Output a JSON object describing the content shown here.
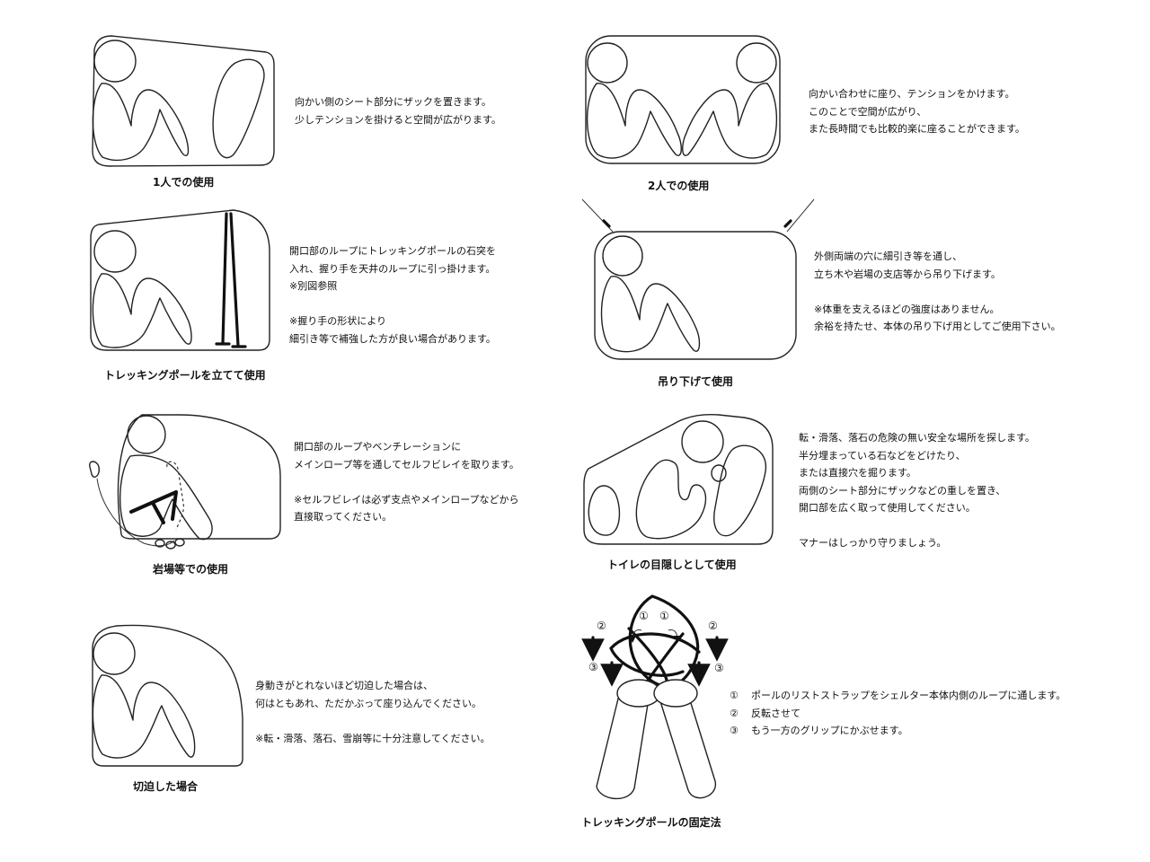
{
  "panels": {
    "solo": {
      "caption": "1人での使用",
      "lines": [
        "向かい側のシート部分にザックを置きます。",
        "少しテンションを掛けると空間が広がります。"
      ]
    },
    "pair": {
      "caption": "2人での使用",
      "lines": [
        "向かい合わせに座り、テンションをかけます。",
        "このことで空間が広がり、",
        "また長時間でも比較的楽に座ることができます。"
      ]
    },
    "pole": {
      "caption": "トレッキングポールを立てて使用",
      "lines": [
        "開口部のループにトレッキングポールの石突を",
        "入れ、握り手を天井のループに引っ掛けます。",
        "※別図参照",
        "",
        " ※握り手の形状により",
        "細引き等で補強した方が良い場合があります。"
      ]
    },
    "hang": {
      "caption": "吊り下げて使用",
      "lines": [
        "外側両端の穴に細引き等を通し、",
        "立ち木や岩場の支店等から吊り下げます。",
        "",
        " ※体重を支えるほどの強度はありません。",
        "余裕を持たせ、本体の吊り下げ用としてご使用下さい。"
      ]
    },
    "rock": {
      "caption": "岩場等での使用",
      "lines": [
        "開口部のループやベンチレーションに",
        " メインロープ等を通してセルフビレイを取ります。",
        "",
        "※セルフビレイは必ず支点やメインロープなどから",
        "直接取ってください。"
      ]
    },
    "toilet": {
      "caption": "トイレの目隠しとして使用",
      "lines": [
        "転・滑落、落石の危険の無い安全な場所を探します。",
        "半分埋まっている石などをどけたり、",
        "または直接穴を掘ります。",
        "両側のシート部分にザックなどの重しを置き、",
        "開口部を広く取って使用してください。",
        "",
        "マナーはしっかり守りましょう。"
      ]
    },
    "emergency": {
      "caption": "切迫した場合",
      "lines": [
        "身動きがとれないほど切迫した場合は、",
        "何はともあれ、ただかぶって座り込んでください。",
        "",
        "※転・滑落、落石、雪崩等に十分注意してください。"
      ]
    },
    "fix": {
      "caption": "トレッキングポールの固定法",
      "markers": {
        "m1": "①",
        "m2": "②",
        "m3": "③"
      },
      "steps": [
        {
          "num": "①",
          "text": "ポールのリストストラップをシェルター本体内側のループに通します。"
        },
        {
          "num": "②",
          "text": "反転させて"
        },
        {
          "num": "③",
          "text": "もう一方のグリップにかぶせます。"
        }
      ]
    }
  }
}
